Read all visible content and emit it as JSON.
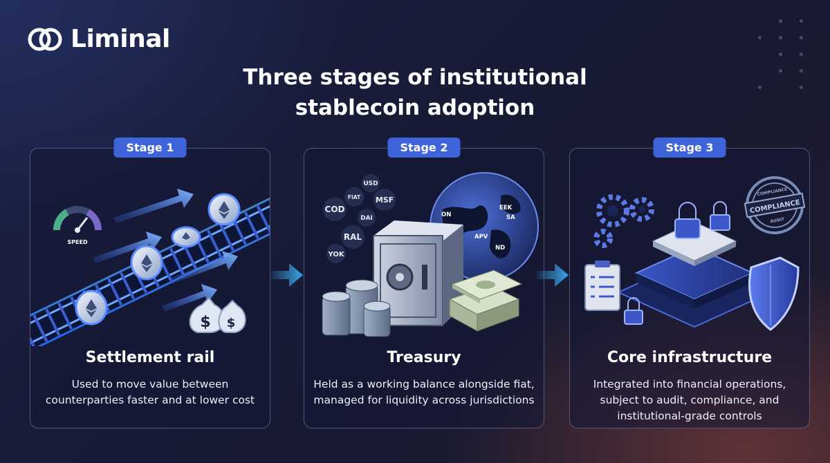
{
  "brand": {
    "name": "Liminal"
  },
  "title": {
    "line1": "Three stages of institutional",
    "line2": "stablecoin adoption"
  },
  "stages": [
    {
      "badge": "Stage 1",
      "title": "Settlement rail",
      "description": "Used to move value between counterparties faster and at lower cost",
      "illustration_labels": {
        "gauge": "SPEED"
      }
    },
    {
      "badge": "Stage 2",
      "title": "Treasury",
      "description": "Held as a working balance alongside fiat, managed for liquidity across jurisdictions",
      "illustration_labels": {
        "currencies": [
          "USD",
          "FIAT",
          "MSF",
          "COD",
          "DAI",
          "RAL",
          "YOK"
        ],
        "globe": [
          "ON",
          "EEK",
          "SA",
          "APV",
          "ND"
        ]
      }
    },
    {
      "badge": "Stage 3",
      "title": "Core infrastructure",
      "description": "Integrated into financial operations, subject to audit, compliance, and institutional-grade controls",
      "illustration_labels": {
        "stamp_main": "COMPLIANCE",
        "stamp_top": "COMPLIANCE",
        "stamp_bottom": "AUDIT"
      }
    }
  ],
  "colors": {
    "accent": "#3f63d8",
    "arrow": "#3aa3e8",
    "background": "#171a33"
  }
}
